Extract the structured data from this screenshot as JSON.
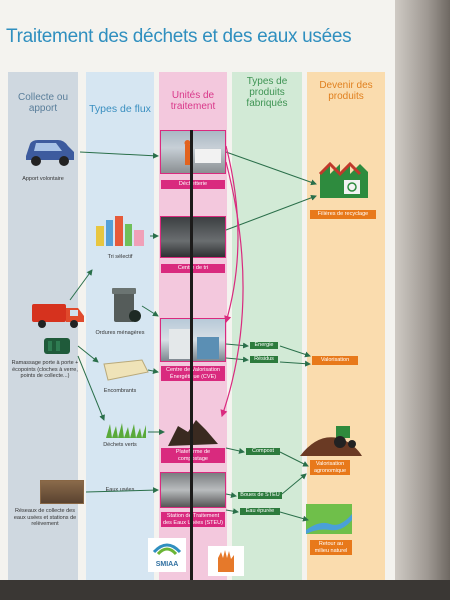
{
  "title": "Traitement des déchets et des eaux usées",
  "columns": {
    "collecte": "Collecte ou apport",
    "flux": "Types de flux",
    "unites": "Unités de traitement",
    "produits": "Types de produits fabriqués",
    "devenir": "Devenir des produits"
  },
  "collecte": {
    "apport": "Apport volontaire",
    "ramassage": "Ramassage porte à porte + écopoints (cloches à verre, points de collecte...)",
    "reseaux": "Réseaux de collecte des eaux usées et stations de relèvement"
  },
  "flux": {
    "tri": "Tri sélectif",
    "om": "Ordures ménagères",
    "encombrants": "Encombrants",
    "verts": "Déchets verts",
    "eaux": "Eaux usées"
  },
  "unites": {
    "decheterie": "Déchetterie",
    "centre_tri": "Centre de tri",
    "cve": "Centre de Valorisation Énergétique (CVE)",
    "plateforme": "Plateforme de compostage",
    "steu": "Station de Traitement des Eaux Usées (STEU)"
  },
  "produits": {
    "energie": "Énergie",
    "residus": "Résidus",
    "compost": "Compost",
    "boues": "Boues de STEU",
    "eau": "Eau épurée"
  },
  "devenir": {
    "recyclage": "Filières de recyclage",
    "valorisation": "Valorisation",
    "agronomique": "Valorisation agronomique",
    "retour": "Retour au milieu naturel"
  },
  "logo": "SMIAA",
  "colors": {
    "title": "#2f8fbf",
    "pink": "#d92a7e",
    "green": "#2d7b3d",
    "orange": "#e8791a"
  }
}
